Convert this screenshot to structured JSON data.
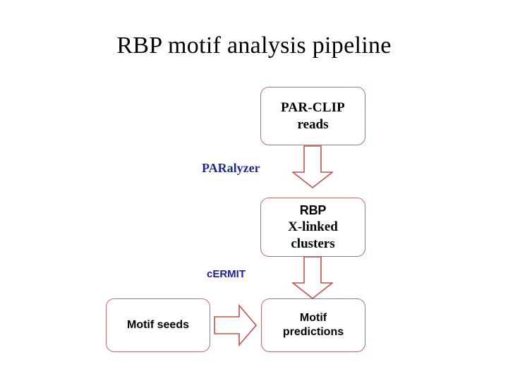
{
  "slide": {
    "title": "RBP motif analysis pipeline",
    "background_color": "#ffffff",
    "box_border_color": "#c9686a",
    "arrow_color": "#c0504d",
    "label_color": "#1f2a8c",
    "text_color": "#000000"
  },
  "nodes": {
    "parclip": {
      "line1": "PAR-CLIP",
      "line2": "reads"
    },
    "clusters": {
      "line1": "RBP",
      "line2": "X-linked",
      "line3": "clusters"
    },
    "seeds": {
      "line1": "Motif seeds"
    },
    "predictions": {
      "line1": "Motif",
      "line2": "predictions"
    }
  },
  "labels": {
    "paralyzer": "PARalyzer",
    "cermit": "cERMIT"
  },
  "arrows": {
    "down_1": "arrow-down",
    "down_2": "arrow-down",
    "right_1": "arrow-right"
  }
}
